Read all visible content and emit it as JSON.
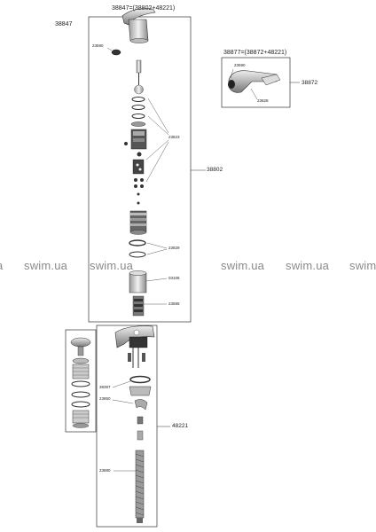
{
  "header": {
    "formula_top": "38847=(38802+48221)",
    "code_top": "38847"
  },
  "callouts": {
    "c23590_top": "23590",
    "c23823": "23823",
    "c38802": "38802",
    "c23829": "23829",
    "c03108": "03108",
    "c23585": "23585",
    "c38397": "38397",
    "c23850": "23850",
    "c48221": "48221",
    "c23880": "23880"
  },
  "inset": {
    "formula": "38877=(38872+48221)",
    "code": "38872",
    "c23590": "23590",
    "c23828": "23828"
  },
  "watermark": {
    "items": [
      "a",
      "swim.ua",
      "swim.ua",
      "swim.ua",
      "swim.ua",
      "swim"
    ]
  },
  "colors": {
    "line": "#333333",
    "part_fill": "#cfcfcf",
    "part_dark": "#2a2a2a",
    "watermark": "#8a8a8a"
  }
}
